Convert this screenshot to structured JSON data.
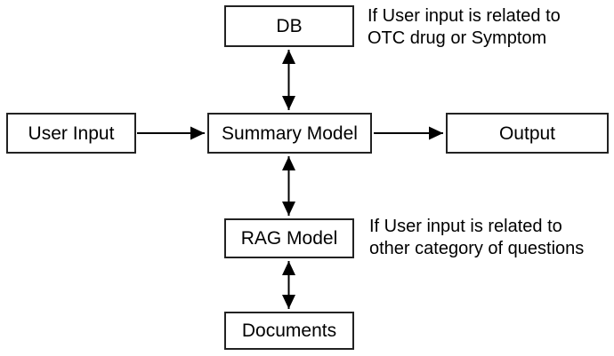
{
  "nodes": {
    "db": {
      "label": "DB"
    },
    "user": {
      "label": "User Input"
    },
    "summary": {
      "label": "Summary Model"
    },
    "output": {
      "label": "Output"
    },
    "rag": {
      "label": "RAG Model"
    },
    "documents": {
      "label": "Documents"
    }
  },
  "annotations": {
    "otc": {
      "line1": "If User input is related to",
      "line2": "OTC drug or Symptom"
    },
    "other": {
      "line1": "If User input is related to",
      "line2": "other category of questions"
    }
  },
  "edges": [
    {
      "from": "db",
      "to": "summary",
      "bidirectional": true
    },
    {
      "from": "user",
      "to": "summary",
      "bidirectional": false
    },
    {
      "from": "summary",
      "to": "output",
      "bidirectional": false
    },
    {
      "from": "summary",
      "to": "rag",
      "bidirectional": true
    },
    {
      "from": "rag",
      "to": "documents",
      "bidirectional": true
    }
  ],
  "colors": {
    "background": "#ffffff",
    "box_border": "#222222",
    "arrow": "#000000",
    "text": "#000000"
  }
}
